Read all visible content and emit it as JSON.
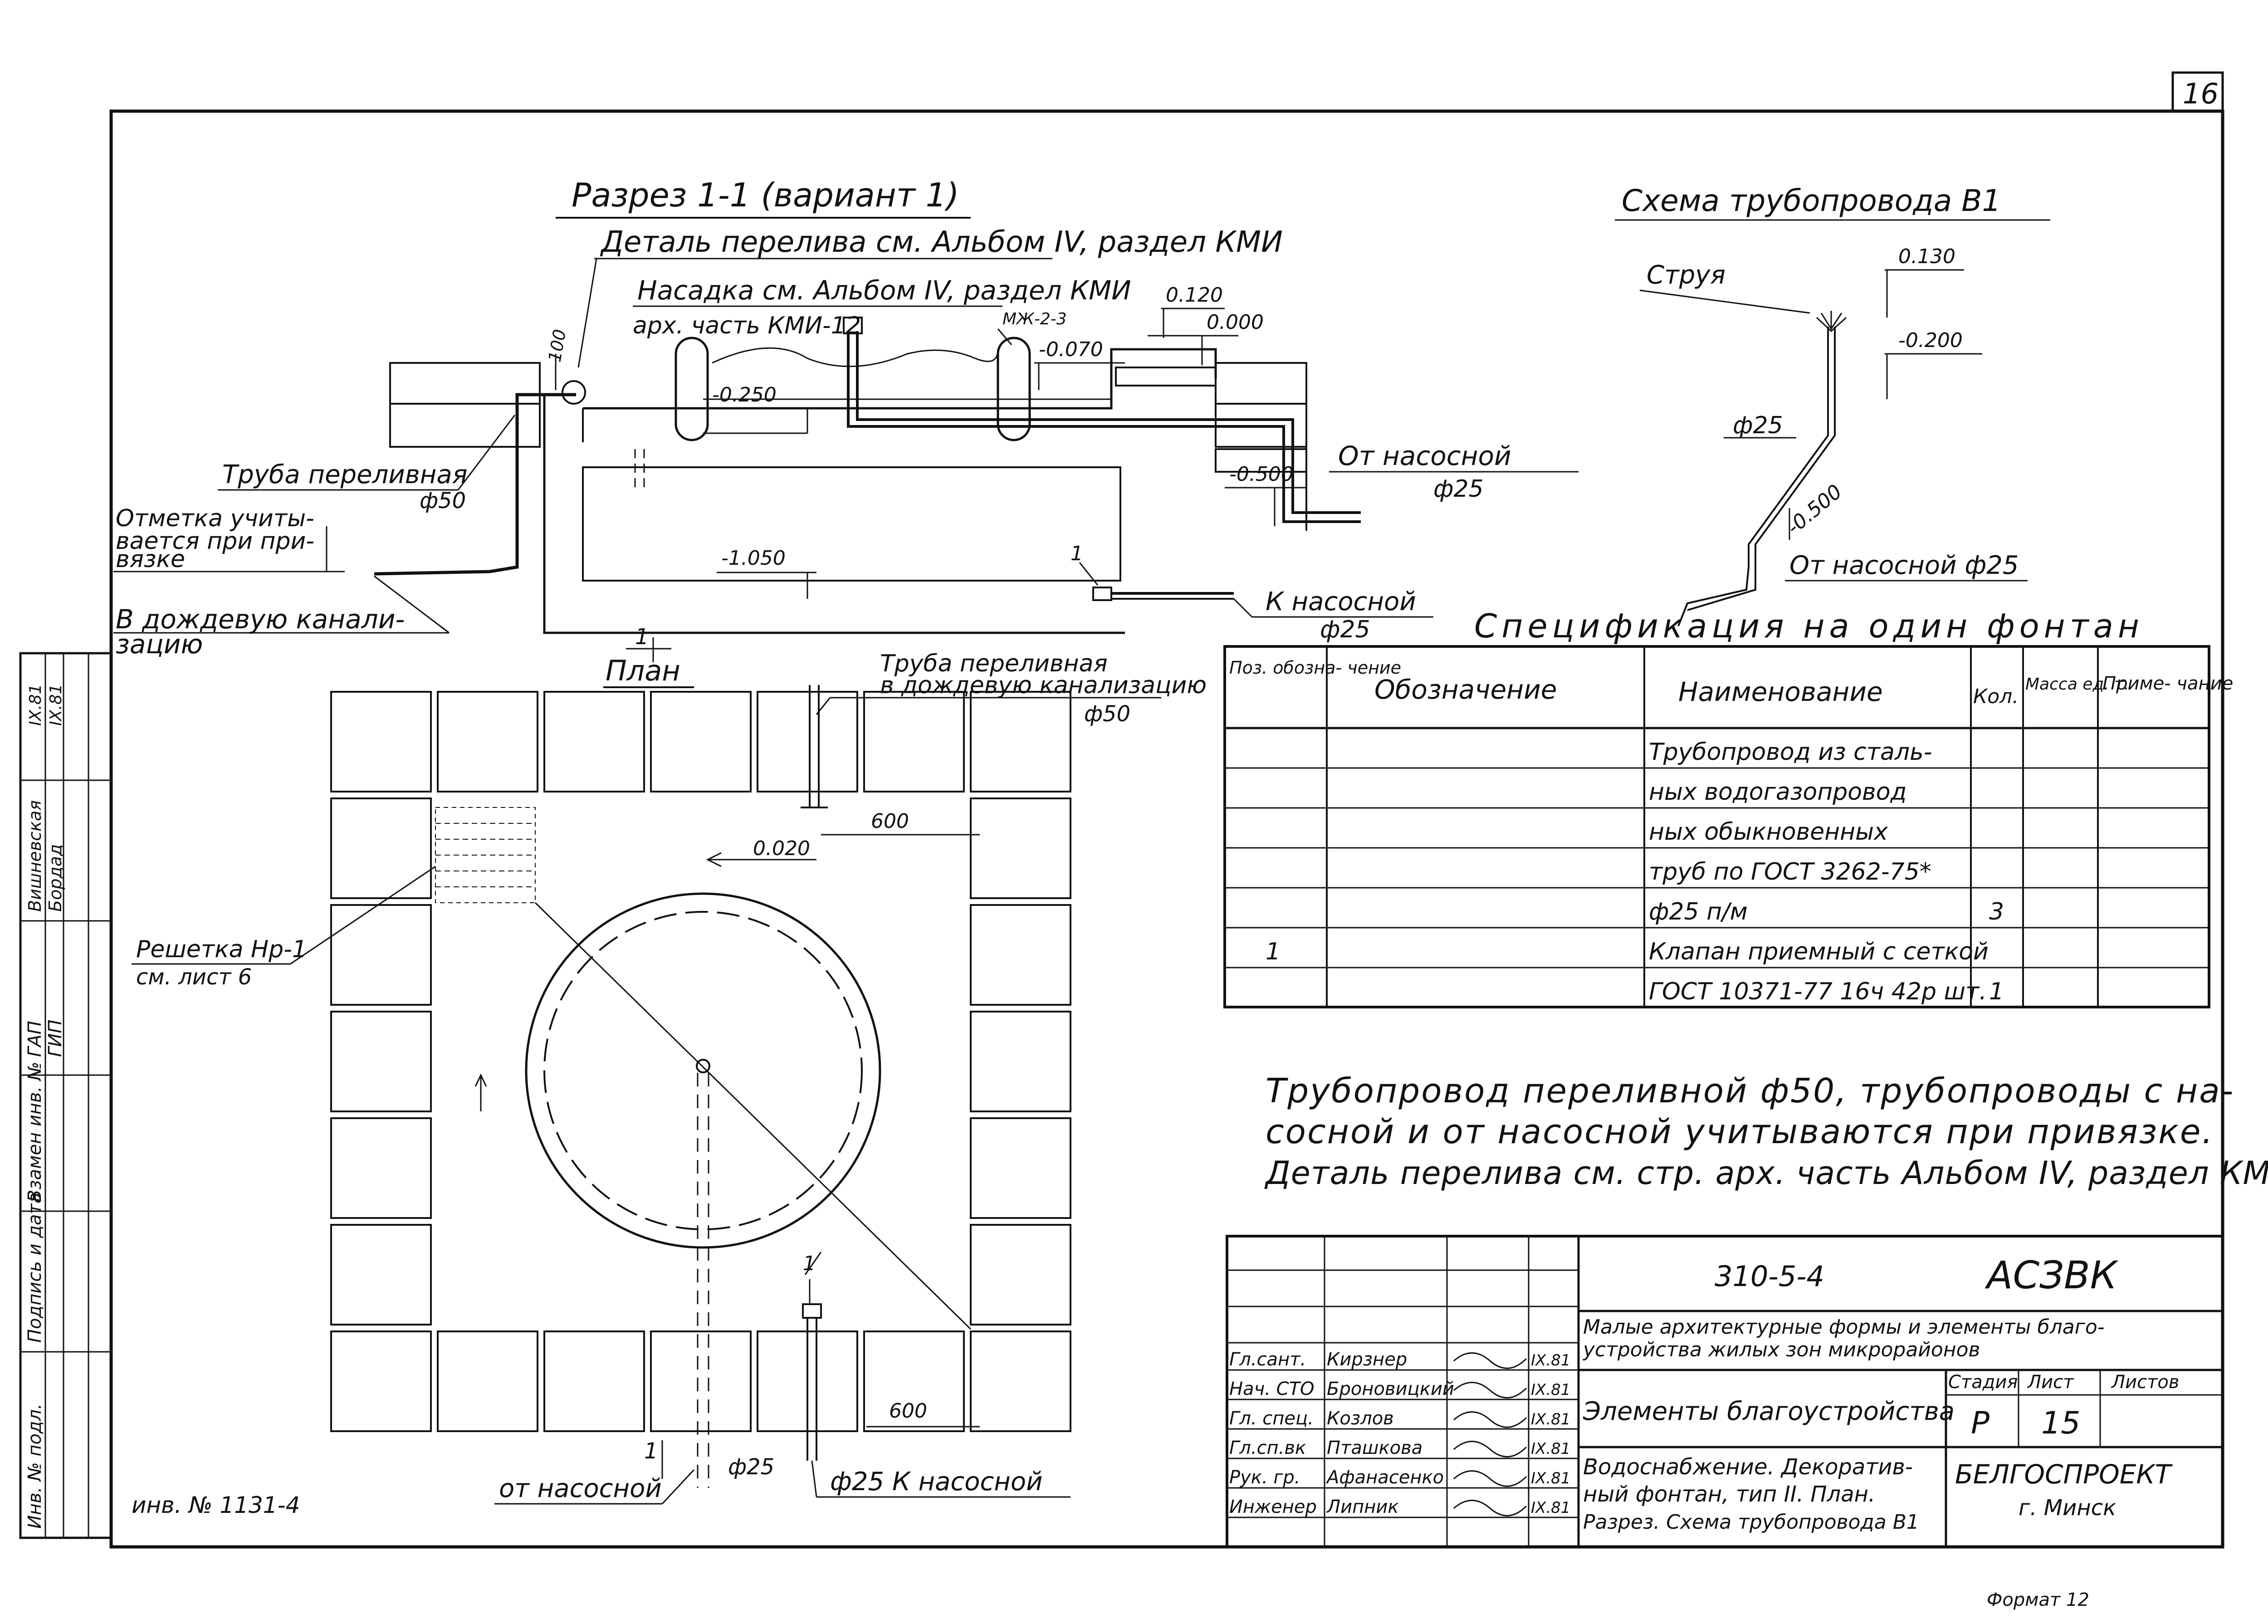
{
  "sheet_number": "16",
  "format": "Формат 12",
  "inventory": "инв. № 1131-4",
  "section": {
    "title": "Разрез 1-1 (вариант 1)",
    "detail_note": "Деталь перелива см. Альбом IV, раздел КМИ",
    "nozzle_note_1": "Насадка см. Альбом IV, раздел КМИ",
    "nozzle_note_2": "арх. часть КМИ-12",
    "mzh": "МЖ-2-3",
    "elev_0120": "0.120",
    "elev_0000": "0.000",
    "elev_m0070": "-0.070",
    "elev_m0250": "-0.250",
    "elev_m0500": "-0.500",
    "elev_m1050": "-1.050",
    "dim_100": "100",
    "pipe_overflow": "Труба переливная",
    "d50": "ф50",
    "mark_note_1": "Отметка учиты-",
    "mark_note_2": "вается при при-",
    "mark_note_3": "вязке",
    "drain_1": "В дождевую канали-",
    "drain_2": "зацию",
    "from_pump": "От насосной",
    "d25": "ф25",
    "to_pump": "К насосной",
    "pos_1": "1"
  },
  "scheme": {
    "title": "Схема трубопровода В1",
    "jet": "Струя",
    "elev_0130": "0.130",
    "elev_m0200": "-0.200",
    "elev_m0500": "-0.500",
    "d25": "ф25",
    "from_pump": "От насосной ф25"
  },
  "spec": {
    "title": "Спецификация на один фонтан",
    "headers": {
      "pos": "Поз. обозна- чение",
      "designation": "Обозначение",
      "name": "Наименование",
      "qty": "Кол.",
      "mass": "Масса ед. т.",
      "note": "Приме- чание"
    },
    "rows": [
      {
        "pos": "",
        "name": "Трубопровод из сталь-",
        "qty": ""
      },
      {
        "pos": "",
        "name": "ных водогазопровод",
        "qty": ""
      },
      {
        "pos": "",
        "name": "ных обыкновенных",
        "qty": ""
      },
      {
        "pos": "",
        "name": "труб по ГОСТ 3262-75*",
        "qty": ""
      },
      {
        "pos": "",
        "name": "ф25 п/м",
        "qty": "3"
      },
      {
        "pos": "1",
        "name": "Клапан приемный с сеткой",
        "qty": ""
      },
      {
        "pos": "",
        "name": "ГОСТ 10371-77 16ч 42р шт.",
        "qty": "1"
      }
    ]
  },
  "note": {
    "line1": "Трубопровод переливной ф50, трубопроводы с на-",
    "line2": "сосной и от насосной учитываются при привязке.",
    "line3": "Деталь перелива см. стр. арх. часть Альбом IV, раздел КМИ"
  },
  "plan": {
    "title": "План",
    "section_mark": "1",
    "pipe_label_1": "Труба переливная",
    "pipe_label_2": "в дождевую канализацию",
    "d50": "ф50",
    "dim_600_top": "600",
    "slope": "0.020",
    "grate_1": "Решетка Нр-1",
    "grate_2": "см. лист 6",
    "dim_600_bottom": "600",
    "from_pump": "от насосной",
    "d25": "ф25",
    "to_pump": "ф25 К насосной",
    "pos_1": "1"
  },
  "side_stamp": [
    "Инв. № подл.",
    "Подпись и дата",
    "Взамен инв. №",
    "ГАП",
    "ГИП",
    "Вишневская",
    "Бордад",
    "IX.81",
    "IX.81"
  ],
  "title_block": {
    "code": "310-5-4",
    "mark": "АСЗВК",
    "subject_1": "Малые архитектурные формы и элементы благо-",
    "subject_2": "устройства жилых зон микрорайонов",
    "section": "Элементы благоустройства",
    "drawing_1": "Водоснабжение. Декоратив-",
    "drawing_2": "ный фонтан, тип II. План.",
    "drawing_3": "Разрез. Схема трубопровода В1",
    "stage_label": "Стадия",
    "sheet_label": "Лист",
    "sheets_label": "Листов",
    "stage": "Р",
    "sheet": "15",
    "sheets": "",
    "org_1": "БЕЛГОСПРОЕКТ",
    "org_2": "г. Минск",
    "people": [
      {
        "role": "Гл.сант.",
        "name": "Кирзнер",
        "date": "IX.81"
      },
      {
        "role": "Нач. СТО",
        "name": "Броновицкий",
        "date": "IX.81"
      },
      {
        "role": "Гл. спец.",
        "name": "Козлов",
        "date": "IX.81"
      },
      {
        "role": "Гл.сп.вк",
        "name": "Пташкова",
        "date": "IX.81"
      },
      {
        "role": "Рук. гр.",
        "name": "Афанасенко",
        "date": "IX.81"
      },
      {
        "role": "Инженер",
        "name": "Липник",
        "date": "IX.81"
      }
    ]
  }
}
